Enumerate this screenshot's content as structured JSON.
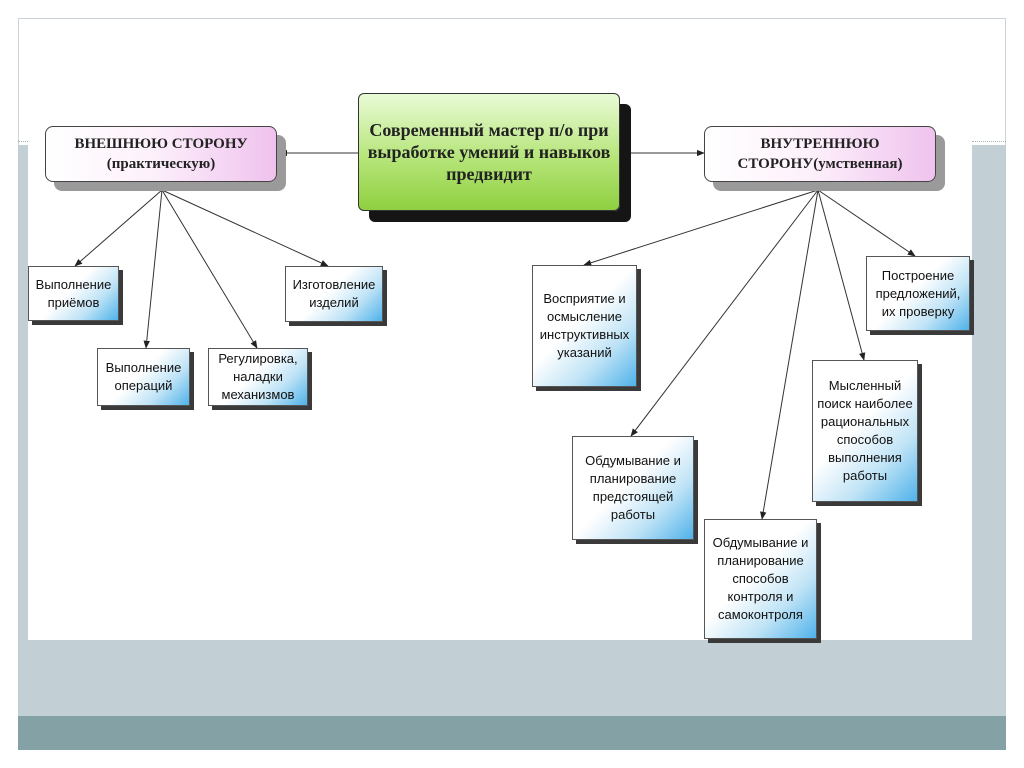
{
  "diagram": {
    "center": "Современный мастер п/о при\nвыработке умений и навыков\nпредвидит",
    "left_branch": {
      "label": "ВНЕШНЮЮ СТОРОНУ\n(практическую)",
      "items": [
        "Выполнение\nприёмов",
        "Выполнение\nопераций",
        "Регулировка,\nналадки\nмеханизмов",
        "Изготовление\nизделий"
      ]
    },
    "right_branch": {
      "label": "ВНУТРЕННЮЮ\nСТОРОНУ(умственная)",
      "items": [
        "Восприятие и\nосмысление\nинструктивных\nуказаний",
        "Обдумывание и\nпланирование\nпредстоящей\nработы",
        "Обдумывание и\nпланирование\nспособов\nконтроля и\nсамоконтроля",
        "Мысленный\nпоиск наиболее\nрациональных\nспособов\nвыполнения\nработы",
        "Построение\nпредложений,\nих проверку"
      ]
    }
  },
  "colors": {
    "center_fill": "#b6e57a",
    "side_fill": "#efc2ee",
    "leaf_accent": "#4fb2ea",
    "band_gray": "#c2cfd4",
    "band_dark": "#84a2a6"
  }
}
